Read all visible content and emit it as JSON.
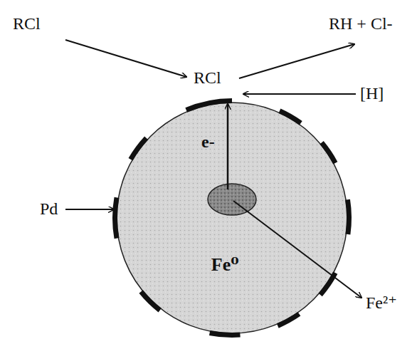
{
  "diagram": {
    "nodes": [
      {
        "text": [
          "Fe⁰"
        ]
      }
    ],
    "labels": [
      "RCl",
      "RH + Cl-",
      "RCl",
      "[H]",
      "e-",
      "Pd",
      "Fe²⁺"
    ]
  }
}
